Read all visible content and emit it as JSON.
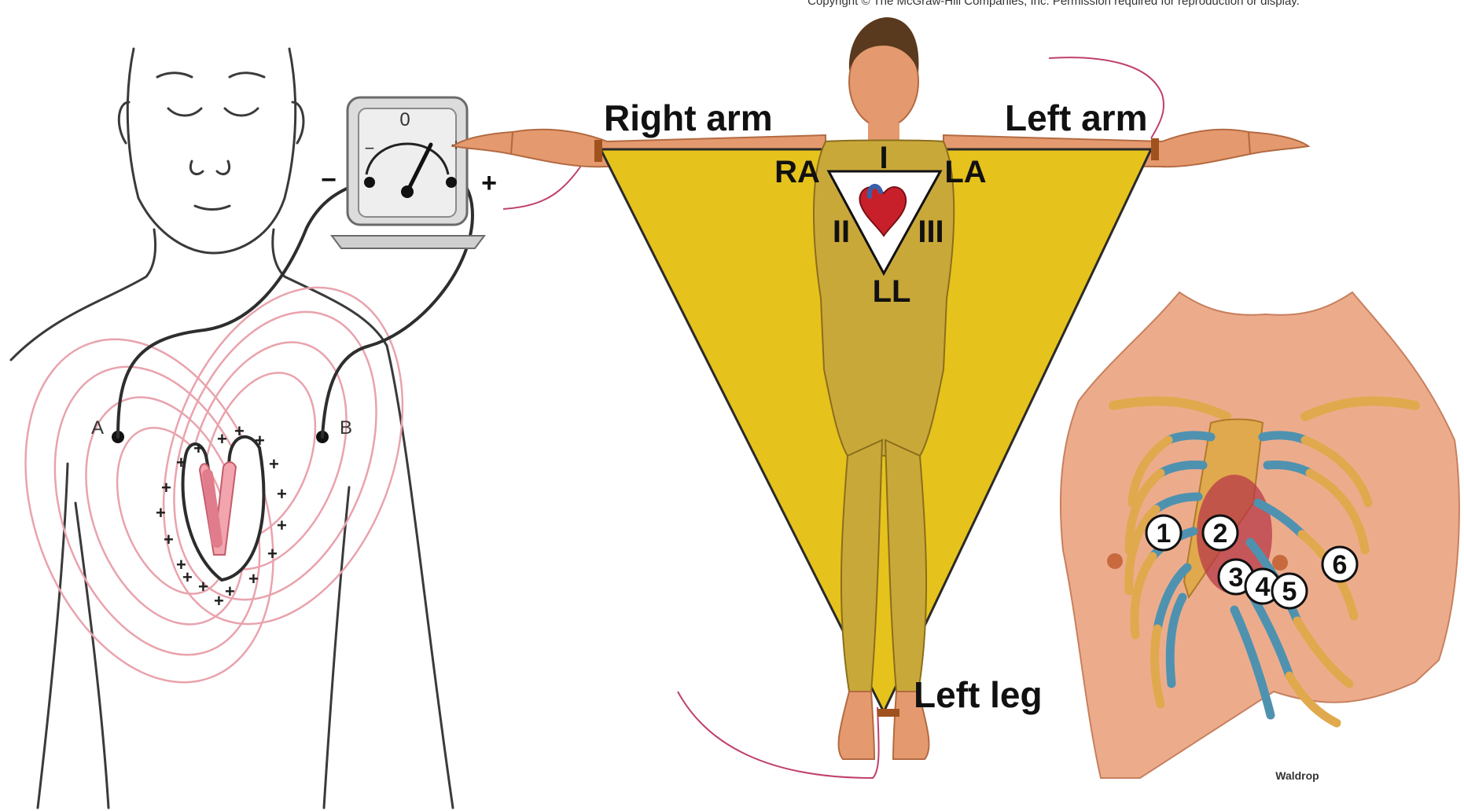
{
  "copyright": "Copyright © The McGraw-Hill Companies, Inc. Permission required for reproduction or display.",
  "galvanometer": {
    "scale_zero": "0",
    "scale_minus": "−",
    "scale_plus": "+",
    "terminal_minus": "−",
    "terminal_plus": "+"
  },
  "electrodes": {
    "a": "A",
    "b": "B"
  },
  "limb_labels": {
    "right_arm": "Right arm",
    "left_arm": "Left arm",
    "left_leg": "Left leg"
  },
  "einthoven": {
    "ra": "RA",
    "la": "LA",
    "ll": "LL",
    "lead_1": "I",
    "lead_2": "II",
    "lead_3": "III"
  },
  "precordial_leads": [
    "1",
    "2",
    "3",
    "4",
    "5",
    "6"
  ],
  "signature": "Waldrop",
  "colors": {
    "triangle_fill": "#e6c21c",
    "body_tint": "#c9a83a",
    "skin": "#e49a6e",
    "field_lines": "#e9a3ad",
    "rib_bone": "#e0a94d",
    "rib_cartilage": "#4f92b0",
    "heart": "#c8202a",
    "electrode_wire": "#c0406a"
  }
}
